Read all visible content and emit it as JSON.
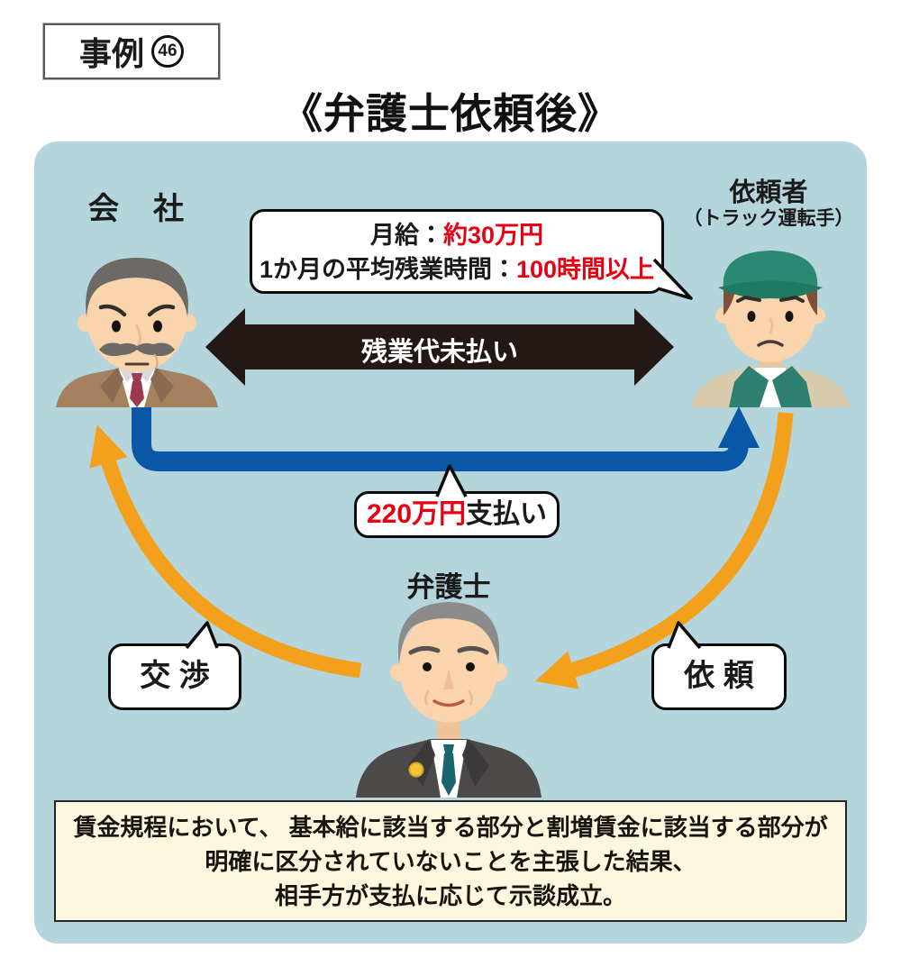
{
  "header": {
    "case_prefix": "事例",
    "case_number": "46",
    "title": "《弁護士依頼後》"
  },
  "actors": {
    "company_label": "会　社",
    "client_label": "依頼者",
    "client_sublabel": "（トラック運転手）",
    "lawyer_label": "弁護士"
  },
  "salary_callout": {
    "line1_label": "月給：",
    "line1_value": "約30万円",
    "line2_label": "1か月の平均残業時間：",
    "line2_value": "100時間以上"
  },
  "relations": {
    "dispute_label": "残業代未払い",
    "payment_value": "220万円",
    "payment_suffix": "支払い",
    "negotiation_label": "交 渉",
    "request_label": "依 頼"
  },
  "result": {
    "line1": "賃金規程において、 基本給に該当する部分と割増賃金に該当する部分が",
    "line2": "明確に区分されていないことを主張した結果、",
    "line3": "相手方が支払に応じて示談成立。"
  },
  "colors": {
    "panel_bg": "#b4d5dc",
    "dispute_arrow": "#231815",
    "payment_arrow": "#0a57a8",
    "broker_arrow": "#f3a11d",
    "highlight_red": "#e60012",
    "result_box_bg": "#fbf8df",
    "bubble_border": "#0b0b0b"
  }
}
